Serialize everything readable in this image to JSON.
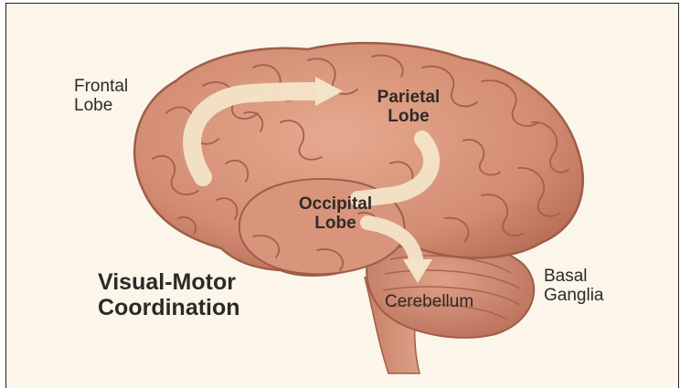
{
  "labels": {
    "frontal": [
      "Frontal",
      "Lobe"
    ],
    "parietal": [
      "Parietal",
      "Lobe"
    ],
    "occipital": [
      "Occipital",
      "Lobe"
    ],
    "cerebellum": "Cerebellum",
    "basal": [
      "Basal",
      "Ganglia"
    ]
  },
  "title": [
    "Visual-Motor",
    "Coordination"
  ],
  "colors": {
    "background": "#fbf5ea",
    "brain": "#d9957c",
    "brain_shadow": "#b86f58",
    "arrow": "#f3e4c8"
  }
}
